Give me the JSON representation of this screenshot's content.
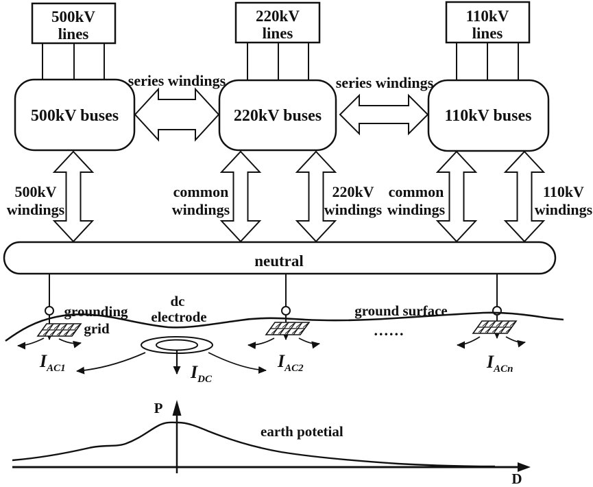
{
  "colors": {
    "ink": "#111111",
    "background": "#ffffff"
  },
  "line_boxes": [
    {
      "line1": "500kV",
      "line2": "lines"
    },
    {
      "line1": "220kV",
      "line2": "lines"
    },
    {
      "line1": "110kV",
      "line2": "lines"
    }
  ],
  "bus_boxes": [
    {
      "label": "500kV buses"
    },
    {
      "label": "220kV buses"
    },
    {
      "label": "110kV buses"
    }
  ],
  "series_windings": [
    "series windings",
    "series windings"
  ],
  "winding_labels": [
    {
      "line1": "500kV",
      "line2": "windings"
    },
    {
      "line1": "common",
      "line2": "windings"
    },
    {
      "line1": "220kV",
      "line2": "windings"
    },
    {
      "line1": "common",
      "line2": "windings"
    },
    {
      "line1": "110kV",
      "line2": "windings"
    }
  ],
  "neutral": {
    "label": "neutral"
  },
  "ground": {
    "grounding_grid": {
      "line1": "grounding",
      "line2": "grid"
    },
    "dc_electrode": {
      "line1": "dc",
      "line2": "electrode"
    },
    "surface_label": "ground surface",
    "ellipsis": "......",
    "currents": [
      {
        "symbol": "I",
        "sub": "AC1"
      },
      {
        "symbol": "I",
        "sub": "DC"
      },
      {
        "symbol": "I",
        "sub": "AC2"
      },
      {
        "symbol": "I",
        "sub": "ACn"
      }
    ]
  },
  "potential_plot": {
    "y_axis_label": "P",
    "x_axis_label": "D",
    "curve_label": "earth potetial"
  }
}
